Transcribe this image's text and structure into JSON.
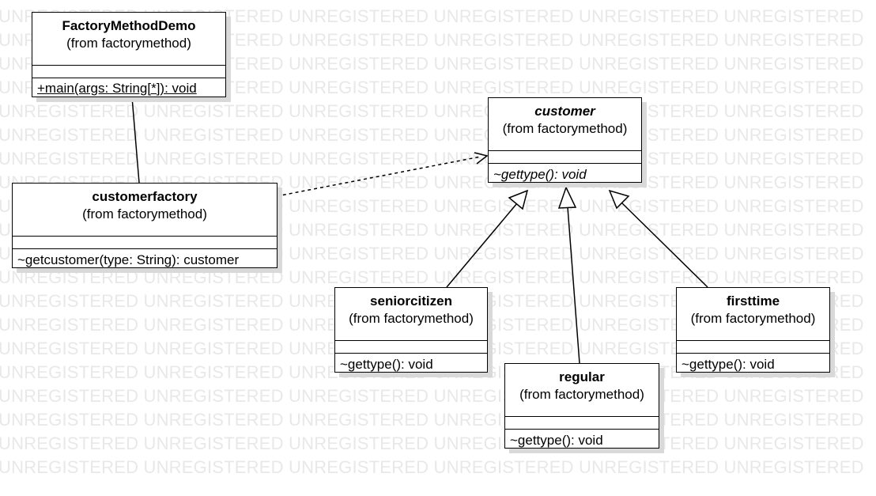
{
  "watermark": {
    "text": "UNREGISTERED UNREGISTERED UNREGISTERED UNREGISTERED UNREGISTERED UNREGISTERED"
  },
  "classes": {
    "factory_method_demo": {
      "name": "FactoryMethodDemo",
      "package": "(from factorymethod)",
      "operation": "+main(args: String[*]): void"
    },
    "customer": {
      "name": "customer",
      "package": "(from factorymethod)",
      "operation": "~gettype(): void"
    },
    "customerfactory": {
      "name": "customerfactory",
      "package": "(from factorymethod)",
      "operation": "~getcustomer(type: String): customer"
    },
    "seniorcitizen": {
      "name": "seniorcitizen",
      "package": "(from factorymethod)",
      "operation": "~gettype(): void"
    },
    "regular": {
      "name": "regular",
      "package": "(from factorymethod)",
      "operation": "~gettype(): void"
    },
    "firsttime": {
      "name": "firsttime",
      "package": "(from factorymethod)",
      "operation": "~gettype(): void"
    }
  },
  "colors": {
    "border": "#000000",
    "shadow": "#d9d9d9",
    "watermark": "#e8e8e8"
  }
}
